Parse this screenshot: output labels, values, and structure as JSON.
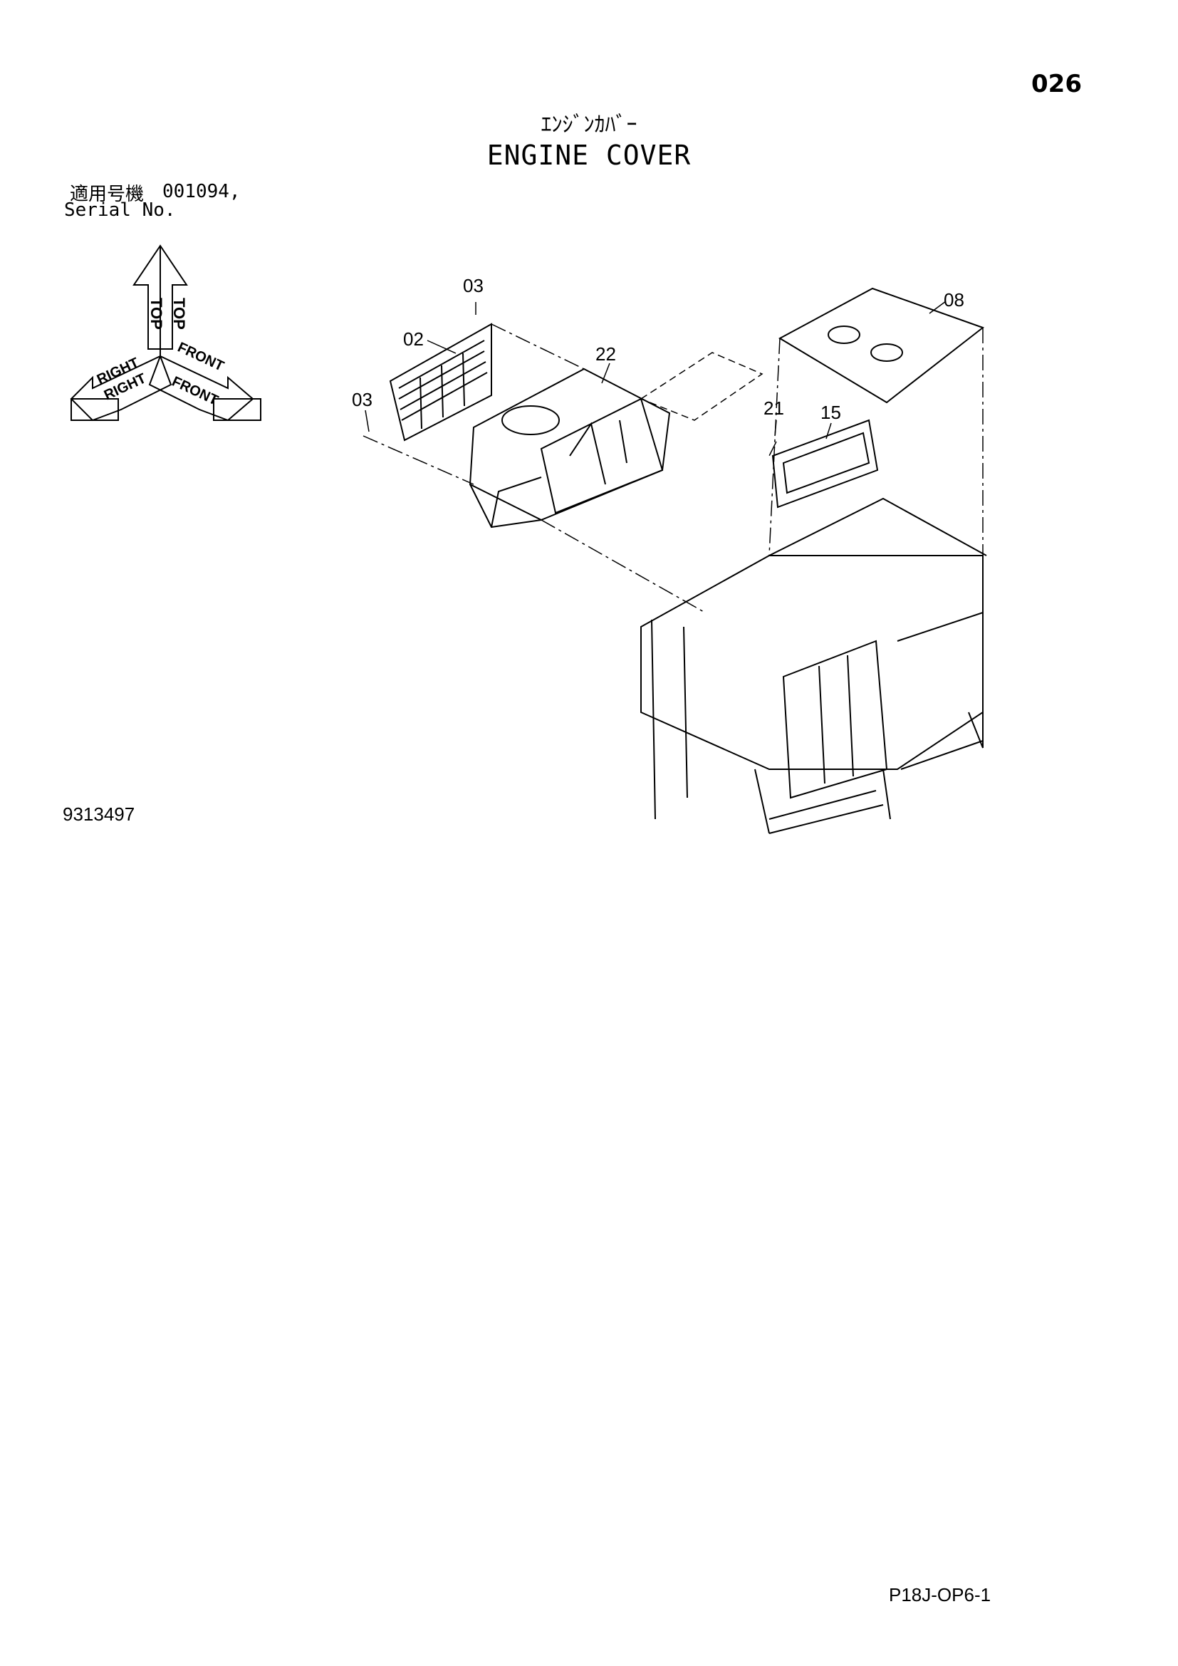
{
  "page_number": "026",
  "title_jp": "ｴﾝｼﾞﾝｶﾊﾞｰ",
  "title_en": "ENGINE COVER",
  "serial": {
    "label_jp": "適用号機",
    "value": "001094,",
    "label_en": "Serial No."
  },
  "orientation": {
    "top": "TOP",
    "right": "RIGHT",
    "front": "FRONT"
  },
  "callouts": {
    "c03a": "03",
    "c02": "02",
    "c22": "22",
    "c03b": "03",
    "c08": "08",
    "c21": "21",
    "c15": "15"
  },
  "drawing_number": "9313497",
  "sheet_code": "P18J-OP6-1"
}
